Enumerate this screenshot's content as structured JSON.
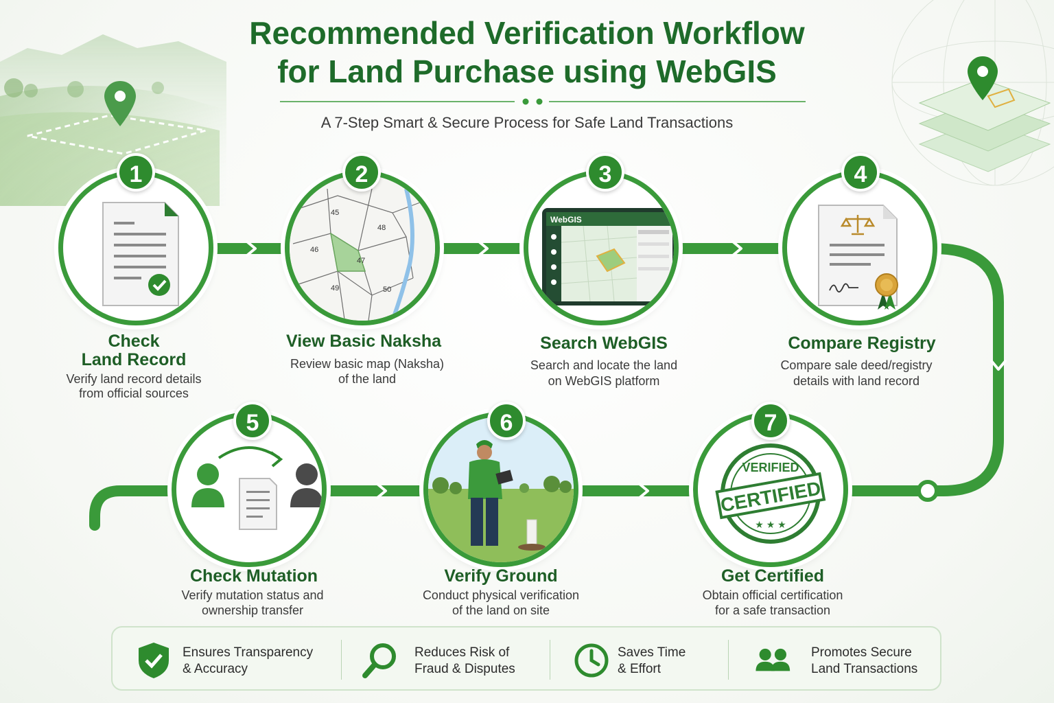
{
  "header": {
    "title_line1": "Recommended Verification Workflow",
    "title_line2": "for Land Purchase using WebGIS",
    "subtitle": "A 7-Step Smart & Secure Process for Safe Land Transactions"
  },
  "steps": [
    {
      "number": "1",
      "title_line1": "Check",
      "title_line2": "Land Record",
      "desc_line1": "Verify land record details",
      "desc_line2": "from official sources",
      "icon": "document-check-icon"
    },
    {
      "number": "2",
      "title_line1": "View Basic Naksha",
      "title_line2": "",
      "desc_line1": "Review basic map (Naksha)",
      "desc_line2": "of the land",
      "icon": "naksha-map-icon",
      "plot_labels": [
        "45",
        "48",
        "46",
        "47",
        "49",
        "50"
      ]
    },
    {
      "number": "3",
      "title_line1": "Search WebGIS",
      "title_line2": "",
      "desc_line1": "Search and locate the land",
      "desc_line2": "on WebGIS platform",
      "icon": "webgis-tablet-icon",
      "app_label": "WebGIS"
    },
    {
      "number": "4",
      "title_line1": "Compare Registry",
      "title_line2": "",
      "desc_line1": "Compare sale deed/registry",
      "desc_line2": "details with land record",
      "icon": "registry-deed-icon"
    },
    {
      "number": "5",
      "title_line1": "Check Mutation",
      "title_line2": "",
      "desc_line1": "Verify mutation status and",
      "desc_line2": "ownership transfer",
      "icon": "ownership-transfer-icon"
    },
    {
      "number": "6",
      "title_line1": "Verify Ground",
      "title_line2": "",
      "desc_line1": "Conduct physical verification",
      "desc_line2": "of the land on site",
      "icon": "field-surveyor-icon"
    },
    {
      "number": "7",
      "title_line1": "Get Certified",
      "title_line2": "",
      "desc_line1": "Obtain official certification",
      "desc_line2": "for a safe transaction",
      "icon": "certified-stamp-icon",
      "stamp_top": "VERIFIED",
      "stamp_main": "CERTIFIED"
    }
  ],
  "benefits": [
    {
      "line1": "Ensures Transparency",
      "line2": "& Accuracy",
      "icon": "shield-check-icon"
    },
    {
      "line1": "Reduces Risk of",
      "line2": "Fraud & Disputes",
      "icon": "magnifier-icon"
    },
    {
      "line1": "Saves Time",
      "line2": "& Effort",
      "icon": "clock-icon"
    },
    {
      "line1": "Promotes Secure",
      "line2": "Land Transactions",
      "icon": "people-icon"
    }
  ],
  "colors": {
    "primary_green": "#2e8b2e",
    "dark_green": "#1e6b2a",
    "path_green": "#3a9a3a"
  }
}
